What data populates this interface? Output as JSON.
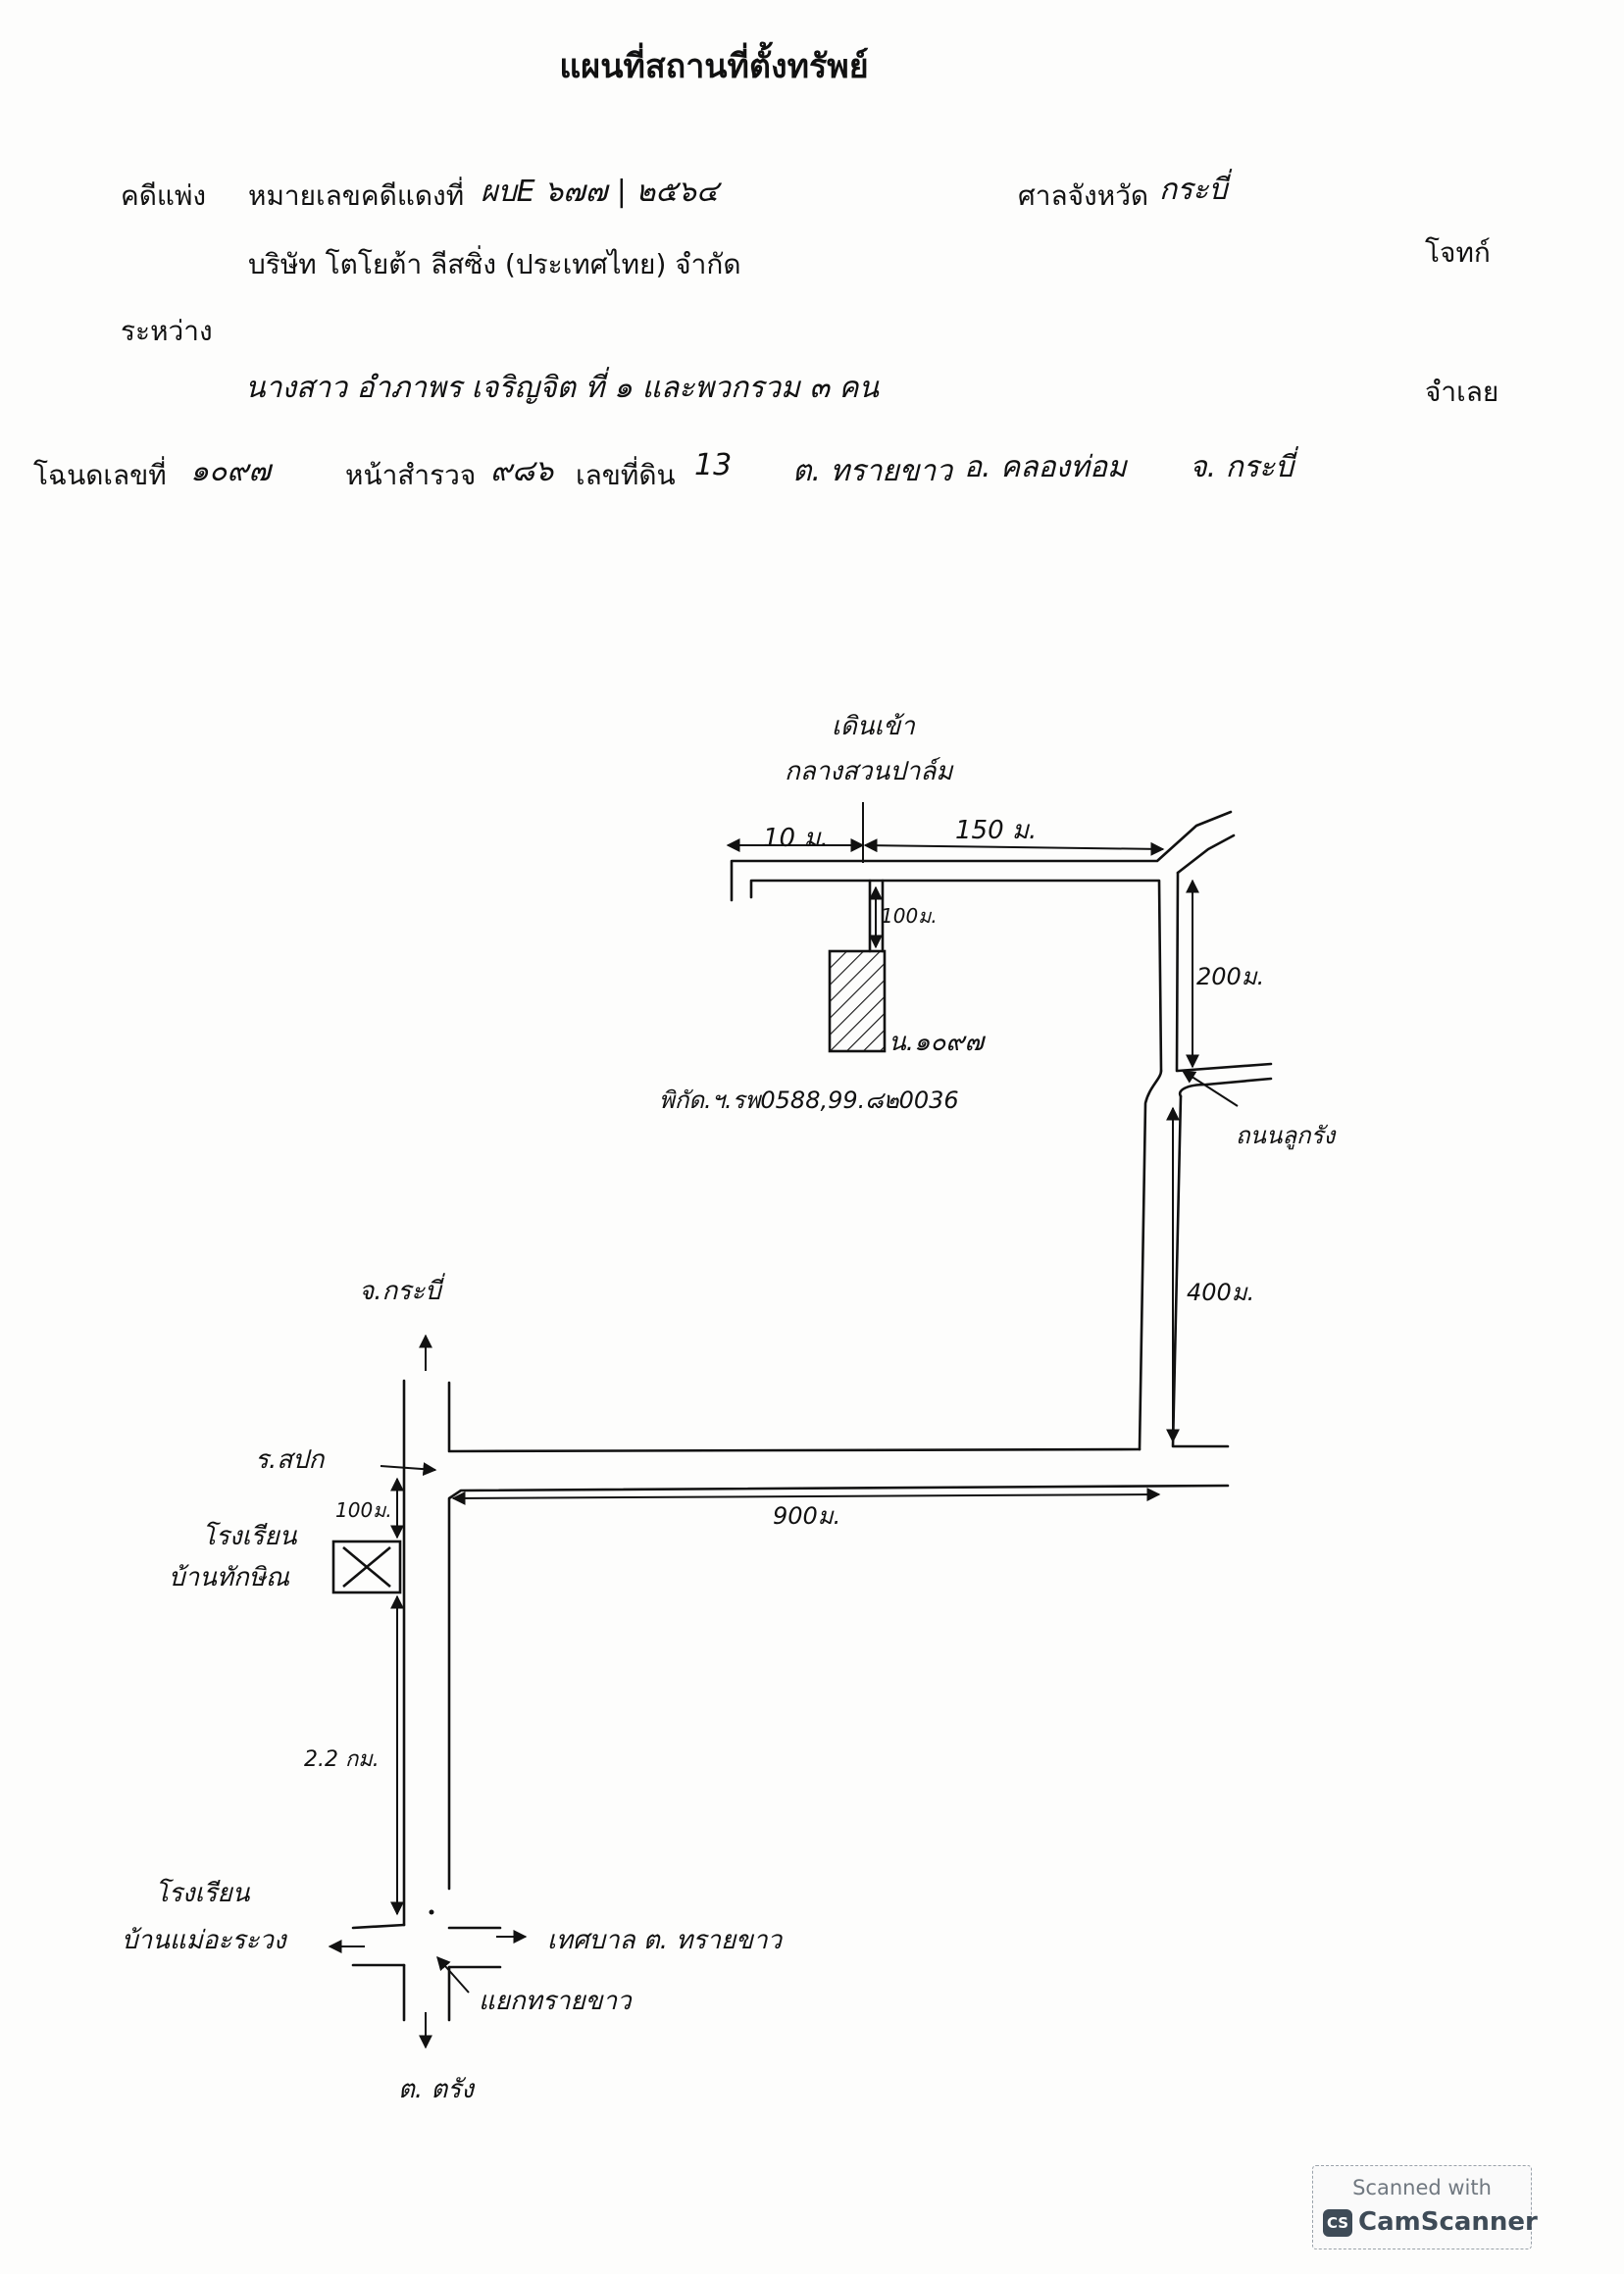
{
  "document": {
    "title": "แผนที่สถานที่ตั้งทรัพย์",
    "case_type_label": "คดีแพ่ง",
    "red_case_label": "หมายเลขคดีแดงที่",
    "red_case_number": "ผบE ๖๗๗ | ๒๕๖๔",
    "court_label": "ศาลจังหวัด",
    "court_name": "กระบี่",
    "plaintiff": "บริษัท โตโยต้า ลีสซิ่ง (ประเทศไทย) จำกัด",
    "plaintiff_role": "โจทก์",
    "between_label": "ระหว่าง",
    "defendant": "นางสาว อำภาพร เจริญจิต ที่ ๑ และพวกรวม ๓ คน",
    "defendant_role": "จำเลย",
    "deed_label": "โฉนดเลขที่",
    "deed_number": "๑๐๙๗",
    "survey_page_label": "หน้าสำรวจ",
    "survey_page_number": "๙๘๖",
    "land_no_label": "เลขที่ดิน",
    "land_no": "13",
    "subdistrict": "ต. ทรายขาว",
    "district": "อ. คลองท่อม",
    "province": "จ. กระบี่"
  },
  "map": {
    "labels": {
      "north_landmark_1": "เดินเข้า",
      "north_landmark_2": "กลางสวนปาล์ม",
      "seg_10m": "10 ม.",
      "seg_150m": "150 ม.",
      "seg_100m_top": "100ม.",
      "seg_200m": "200ม.",
      "parcel_label": "น.๑๐๙๗",
      "geo_coordinates": "พิกัด.ฯ.รพ0588,99.๘๒0036",
      "road_junction": "ถนนลูกรัง",
      "seg_400m": "400ม.",
      "to_krabi": "จ.กระบี่",
      "school_label": "ร.สปก",
      "seg_100m_mid": "100ม.",
      "school_1_line1": "โรงเรียน",
      "school_1_line2": "บ้านทักษิณ",
      "seg_900m": "900ม.",
      "seg_22km": "2.2 กม.",
      "school_2_line1": "โรงเรียน",
      "school_2_line2": "บ้านแม่อะระวง",
      "municipality": "เทศบาล ต. ทรายขาว",
      "junction_name": "แยกทรายขาว",
      "to_trang": "ต. ตรัง"
    }
  },
  "watermark": {
    "top": "Scanned with",
    "logo": "CS",
    "brand": "CamScanner"
  },
  "colors": {
    "ink": "#111111",
    "paper": "#fdfdfc",
    "badge": "#3e4b57"
  }
}
